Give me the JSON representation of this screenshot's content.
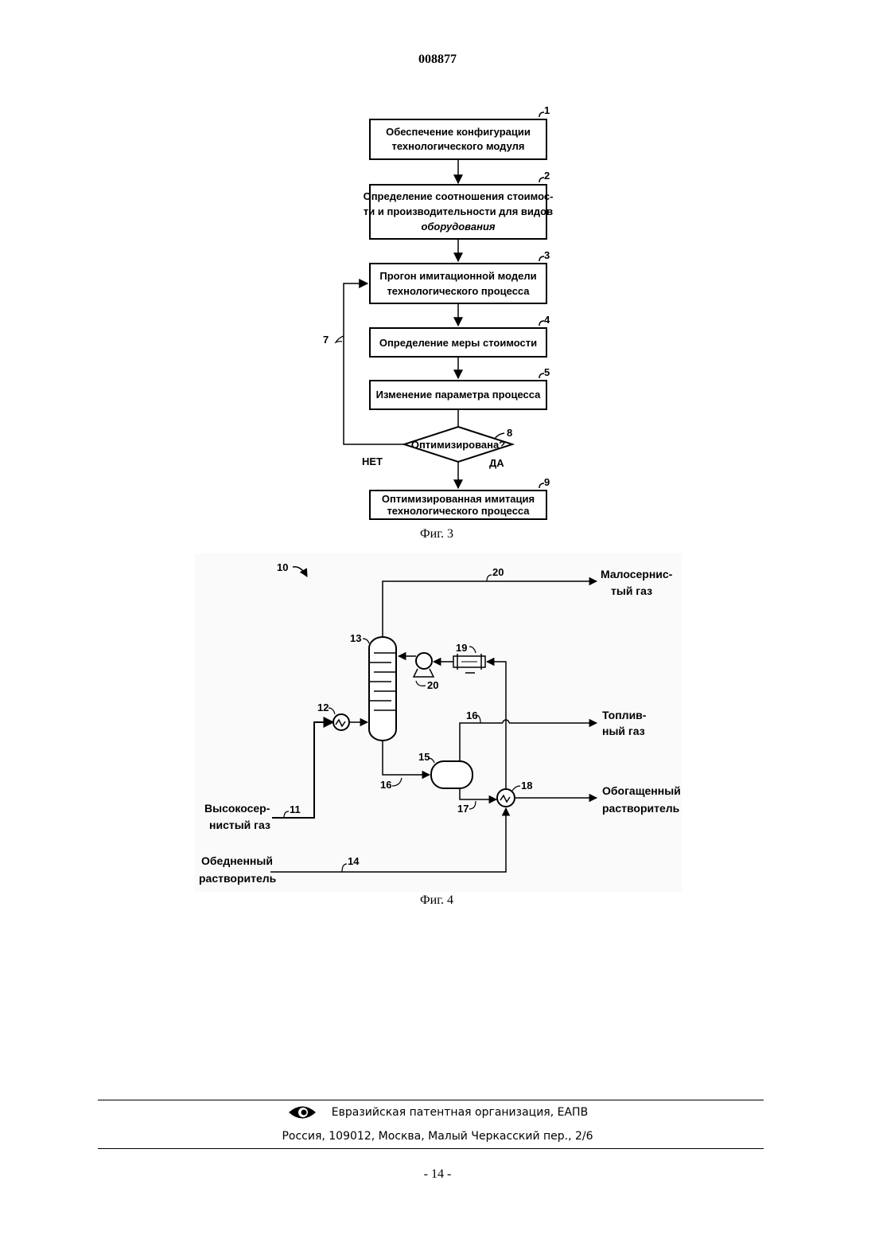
{
  "header": {
    "doc_number": "008877"
  },
  "fig3": {
    "caption": "Фиг. 3",
    "blocks": [
      {
        "num": "1",
        "lines": [
          "Обеспечение конфигурации",
          "технологического модуля"
        ]
      },
      {
        "num": "2",
        "lines": [
          "Определение соотношения стоимос-",
          "ти и производительности для видов",
          "оборудования"
        ]
      },
      {
        "num": "3",
        "lines": [
          "Прогон имитационной модели",
          "технологического процесса"
        ]
      },
      {
        "num": "4",
        "lines": [
          "Определение меры стоимости"
        ]
      },
      {
        "num": "5",
        "lines": [
          "Изменение параметра процесса"
        ]
      },
      {
        "num": "9",
        "lines": [
          "Оптимизированная имитация",
          "технологического процесса"
        ]
      }
    ],
    "decision": {
      "num": "8",
      "text": "Оптимизирована?",
      "no": "НЕТ",
      "yes": "ДА"
    },
    "loop_num": "7"
  },
  "fig4": {
    "caption": "Фиг. 4",
    "labels": {
      "fig_ref": "10",
      "n11": "11",
      "n12": "12",
      "n13": "13",
      "n14": "14",
      "n15": "15",
      "n16a": "16",
      "n16b": "16",
      "n17": "17",
      "n18": "18",
      "n19": "19",
      "n20a": "20",
      "n20b": "20",
      "sweet_gas_1": "Малосернис-",
      "sweet_gas_2": "тый газ",
      "fuel_gas_1": "Топлив-",
      "fuel_gas_2": "ный газ",
      "rich_solvent_1": "Обогащенный",
      "rich_solvent_2": "растворитель",
      "sour_gas_1": "Высокосер-",
      "sour_gas_2": "нистый газ",
      "lean_solvent_1": "Обедненный",
      "lean_solvent_2": "растворитель"
    }
  },
  "footer": {
    "org": "Евразийская патентная организация, ЕАПВ",
    "address": "Россия, 109012, Москва, Малый Черкасский пер., 2/6",
    "page": "- 14 -"
  }
}
